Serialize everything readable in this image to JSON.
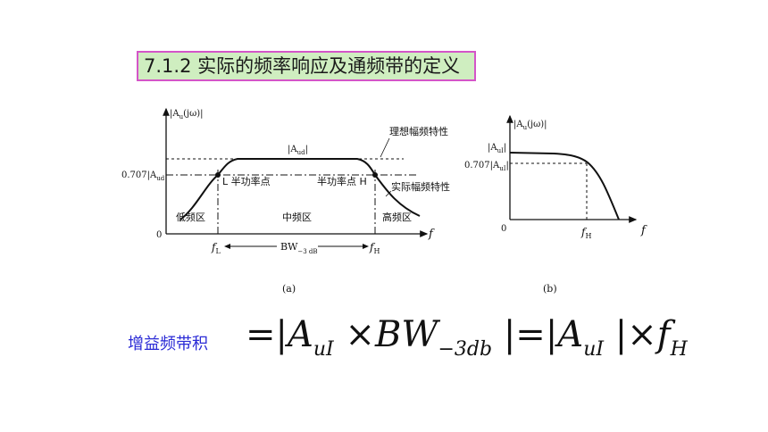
{
  "title": "7.1.2 实际的频率响应及通频带的定义",
  "fig_a": {
    "y_axis_label": "|A",
    "y_axis_sub": "u",
    "y_axis_rest": "(jω)|",
    "aud_label_pre": "|A",
    "aud_label_sub": "ud",
    "aud_label_post": "|",
    "level_label_pre": "0.707|A",
    "level_label_sub": "ud",
    "level_label_post": "|",
    "ideal_label": "理想幅频特性",
    "actual_label": "实际幅频特性",
    "half_power_L": "L 半功率点",
    "half_power_H": "半功率点 H",
    "low_band": "低频区",
    "mid_band": "中频区",
    "high_band": "高频区",
    "origin": "0",
    "f_axis": "f",
    "fL": "f",
    "fL_sub": "L",
    "fH": "f",
    "fH_sub": "H",
    "bw_main": "BW",
    "bw_sub": "−3 dB",
    "caption": "(a)"
  },
  "fig_b": {
    "y_axis_label": "|A",
    "y_axis_sub": "u",
    "y_axis_rest": "(jω)|",
    "aui_label_pre": "|A",
    "aui_label_sub": "uI",
    "aui_label_post": "|",
    "level_label_pre": "0.707|A",
    "level_label_sub": "uI",
    "level_label_post": "|",
    "origin": "0",
    "f_axis": "f",
    "fH": "f",
    "fH_sub": "H",
    "caption": "(b)"
  },
  "formula": {
    "label": "增益频带积",
    "eq1": "=|",
    "A": "A",
    "A_sub": "uI",
    "times": "×",
    "BW": "BW",
    "BW_sub": "−3db",
    "eq2": "|=|",
    "A2": "A",
    "A2_sub": "uI",
    "bar_times": "|×",
    "f": "f",
    "f_sub": "H"
  },
  "colors": {
    "title_bg": "#cfeec0",
    "title_border": "#d455c8",
    "formula_label": "#2a2ad6"
  }
}
